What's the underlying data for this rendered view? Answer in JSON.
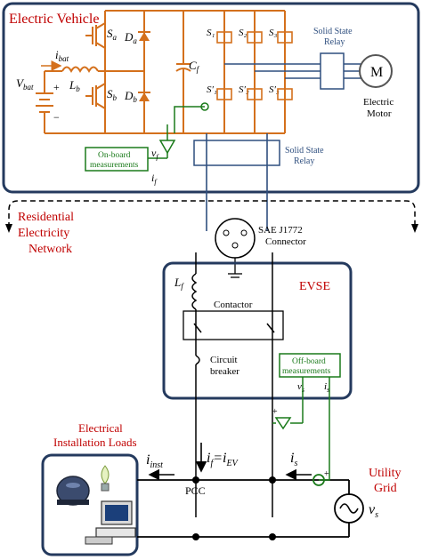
{
  "panels": {
    "ev_title": "Electric Vehicle",
    "network_title": [
      "Residential",
      "Electricity",
      "Network"
    ],
    "evse_title": "EVSE",
    "loads_title": [
      "Electrical",
      "Installation Loads"
    ],
    "grid_title": [
      "Utility",
      "Grid"
    ]
  },
  "ev": {
    "battery_label": "V",
    "battery_sub": "bat",
    "plus": "+",
    "minus": "−",
    "current_label": "i",
    "current_sub": "bat",
    "inductor_label": "L",
    "inductor_sub": "b",
    "switch_top": "S",
    "switch_top_sub": "a",
    "switch_bot": "S",
    "switch_bot_sub": "b",
    "diode_top": "D",
    "diode_top_sub": "a",
    "diode_bot": "D",
    "diode_bot_sub": "b",
    "cap_label": "C",
    "cap_sub": "f",
    "inv_top": [
      "S₁",
      "S₂",
      "S₃"
    ],
    "inv_bot": [
      "S′₁",
      "S′₂",
      "S′₃"
    ],
    "relay1": [
      "Solid State",
      "Relay"
    ],
    "motor_symbol": "M",
    "motor_label": [
      "Electric",
      "Motor"
    ],
    "relay2": [
      "Solid State",
      "Relay"
    ],
    "onboard": [
      "On-board",
      "measurements"
    ],
    "vf": "v",
    "vf_sub": "f",
    "if": "i",
    "if_sub": "f"
  },
  "connector": [
    "SAE J1772",
    "Connector"
  ],
  "evse": {
    "filter_label": "L",
    "filter_sub": "f",
    "contactor": "Contactor",
    "breaker": [
      "Circuit",
      "breaker"
    ],
    "offboard": [
      "Off-board",
      "measurements"
    ],
    "vs": "v",
    "vs_sub": "s",
    "is": "i",
    "is_sub": "s"
  },
  "grid": {
    "i_inst": "i",
    "i_inst_sub": "inst",
    "i_ev": "i",
    "i_ev_eq": "=i",
    "i_ev_sub1": "f",
    "i_ev_sub2": "EV",
    "i_s": "i",
    "i_s_sub": "s",
    "pcc": "PCC",
    "vs": "v",
    "vs_sub": "s",
    "plus": "+"
  }
}
